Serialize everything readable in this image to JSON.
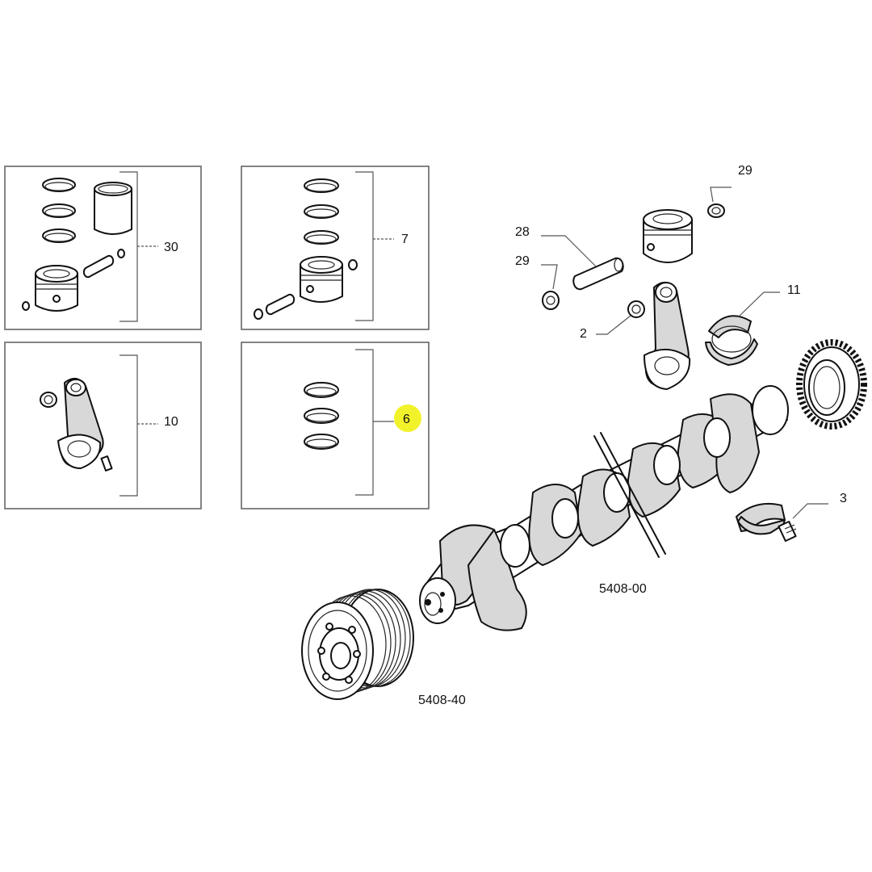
{
  "labels": {
    "kit_piston_liner": "30",
    "kit_piston_rings": "7",
    "kit_conrod": "10",
    "kit_rings": "6",
    "piston_pin_clip_top": "29",
    "piston_pin": "28",
    "piston_pin_clip_left": "29",
    "conrod_bushing": "2",
    "conrod_bearing": "11",
    "main_bearing_screw": "3",
    "crankshaft_ref": "5408-00",
    "pulley_ref": "5408-40"
  },
  "highlight": {
    "label": "6",
    "color": "#f2f22a"
  }
}
